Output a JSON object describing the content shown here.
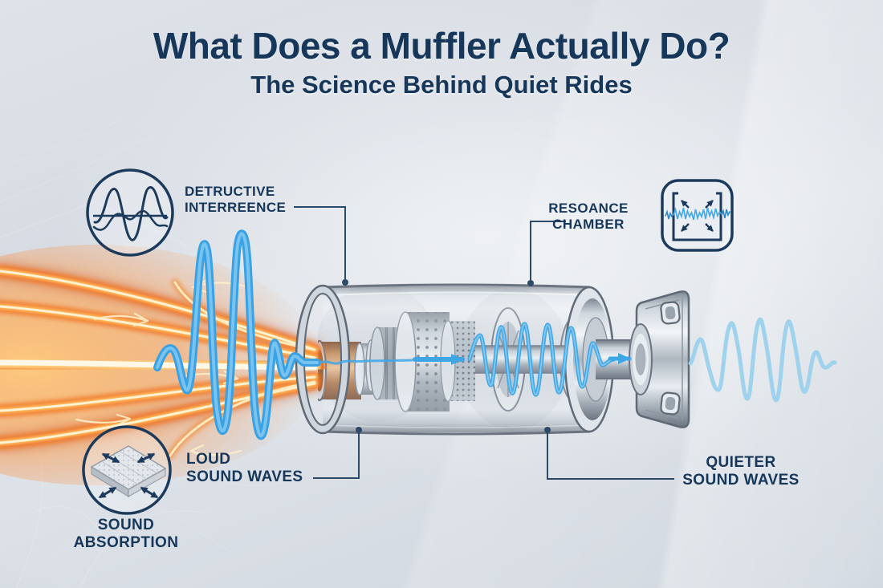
{
  "header": {
    "title": "What Does a Muffler Actually Do?",
    "subtitle": "The Science Behind Quiet Rides"
  },
  "callouts": {
    "destructive_interference": {
      "line1": "DETRUCTIVE",
      "line2": "INTERREENCE",
      "icon": "interference-waves-circle-icon"
    },
    "resonance_chamber": {
      "line1": "RESOANCE",
      "line2": "CHAMBER",
      "icon": "resonance-chamber-box-icon"
    },
    "loud_sound_waves": {
      "line1": "LOUD",
      "line2": "SOUND WAVES"
    },
    "quieter_sound_waves": {
      "line1": "QUIETER",
      "line2": "SOUND WAVES"
    },
    "sound_absorption": {
      "line1": "SOUND",
      "line2": "ABSORPTION",
      "icon": "sound-absorption-plate-icon"
    }
  },
  "illustration": {
    "subject": "cutaway muffler with exhaust flames entering, loud sound wave damped to quieter sound wave",
    "flow_direction": "left-to-right"
  },
  "colors": {
    "heading_text": "#16375a",
    "label_text": "#16375a",
    "icon_stroke": "#1c3b5c",
    "connector_line": "#2c4a68",
    "loud_wave_blue": "#3aa2e4",
    "quiet_wave_blue": "#9fd2ec",
    "flame_deep": "#e0561e",
    "flame_orange": "#ff9b42",
    "flame_core": "#fff3d2",
    "metal_light": "#eef1f4",
    "metal_dark": "#6b7480",
    "background": "#dde2e8"
  }
}
